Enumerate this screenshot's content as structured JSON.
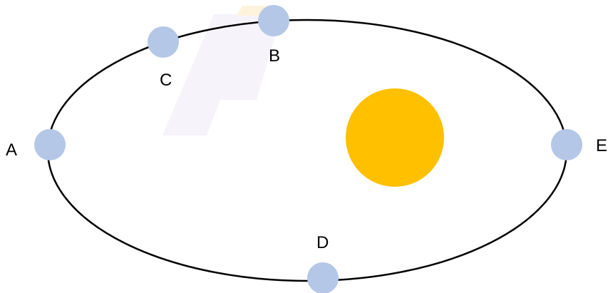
{
  "diagram": {
    "colors": {
      "orbit": "#000000",
      "sun": "#FFC000",
      "planet": "#B4C7E7",
      "watermark": "#F6F3FB"
    },
    "labels": {
      "a": "A",
      "b": "B",
      "c": "C",
      "d": "D",
      "e": "E"
    }
  }
}
